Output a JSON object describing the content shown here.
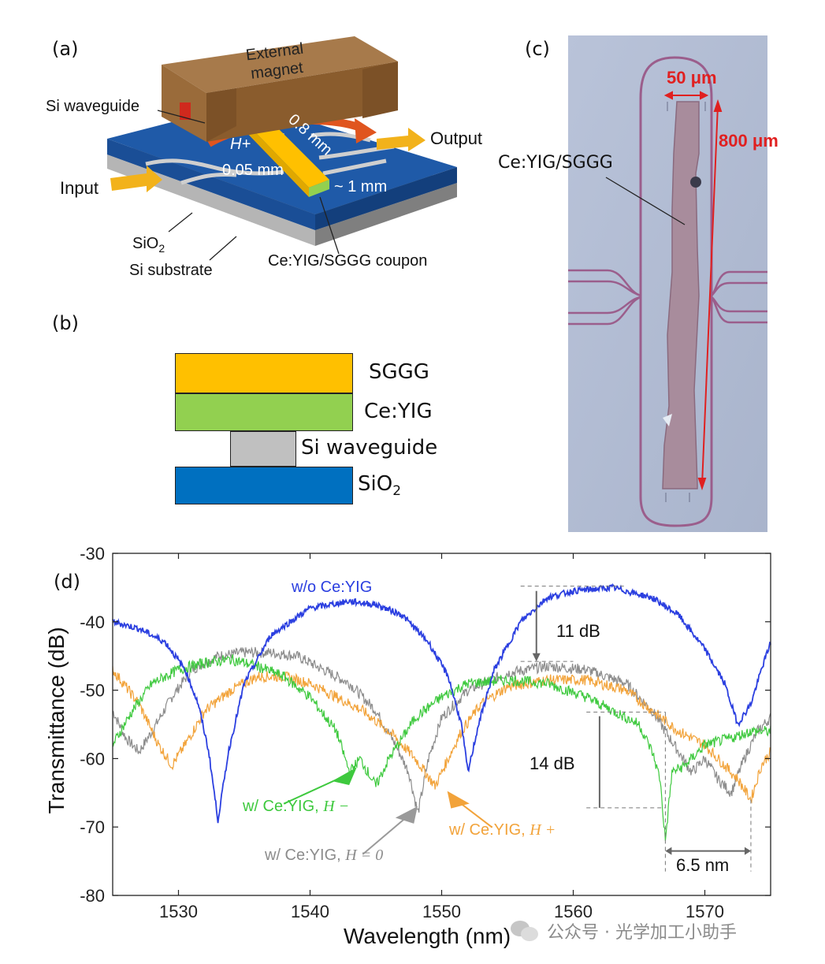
{
  "panel_a": {
    "label": "(a)",
    "magnet": "External magnet",
    "magnet_line1": "External",
    "magnet_line2": "magnet",
    "waveguide": "Si waveguide",
    "output": "Output",
    "input": "Input",
    "field": "H+",
    "length": "0.8 mm",
    "gap": "0.05 mm",
    "width": "~ 1 mm",
    "sio2": "SiO",
    "sio2_sub": "2",
    "substrate": "Si substrate",
    "coupon": "Ce:YIG/SGGG coupon"
  },
  "panel_b": {
    "label": "(b)",
    "layers": [
      "SGGG",
      "Ce:YIG",
      "Si waveguide",
      "SiO"
    ],
    "sio2_sub": "2",
    "colors": {
      "sggg": "#ffc000",
      "ceyig": "#92d050",
      "si": "#c0c0c0",
      "sio2": "#0070c0"
    }
  },
  "panel_c": {
    "label": "(c)",
    "material": "Ce:YIG/SGGG",
    "width": "50 μm",
    "length": "800 μm"
  },
  "watermark": "公众号 · 光学加工小助手",
  "chart_data": {
    "type": "line",
    "panel_label": "(d)",
    "xlabel": "Wavelength (nm)",
    "ylabel": "Transmittance (dB)",
    "xlim": [
      1525,
      1575
    ],
    "ylim": [
      -80,
      -30
    ],
    "xticks": [
      1530,
      1540,
      1550,
      1560,
      1570
    ],
    "yticks": [
      -30,
      -40,
      -50,
      -60,
      -70,
      -80
    ],
    "grid": false,
    "series": [
      {
        "name": "w/o Ce:YIG",
        "color": "#2b3fe0",
        "x": [
          1525,
          1527,
          1529,
          1530.5,
          1531.5,
          1532.3,
          1533,
          1533.8,
          1535,
          1537,
          1540,
          1543,
          1545,
          1547,
          1549,
          1550.5,
          1551.5,
          1552,
          1552.8,
          1554,
          1556,
          1558,
          1560,
          1563,
          1566,
          1568,
          1570,
          1571.5,
          1572.5,
          1573.5,
          1574.3,
          1575
        ],
        "y": [
          -40,
          -41,
          -43,
          -47,
          -52,
          -59,
          -69,
          -59,
          -49,
          -42,
          -38,
          -37,
          -37.5,
          -39,
          -43,
          -48,
          -55,
          -62,
          -55,
          -47,
          -40,
          -36.5,
          -35.5,
          -35,
          -36.5,
          -39,
          -44,
          -49,
          -55,
          -52,
          -47,
          -43
        ]
      },
      {
        "name": "w/ Ce:YIG, H −",
        "color": "#3ec93e",
        "x": [
          1525,
          1526.5,
          1528,
          1530,
          1532,
          1534,
          1536,
          1538,
          1540,
          1542,
          1543,
          1543.8,
          1545,
          1546,
          1548,
          1550,
          1552,
          1555,
          1558,
          1561,
          1563,
          1565,
          1566,
          1566.6,
          1567,
          1567.5,
          1568.5,
          1570,
          1572,
          1573.5,
          1575
        ],
        "y": [
          -58,
          -53,
          -49,
          -47,
          -46,
          -45.5,
          -46.5,
          -48,
          -51,
          -56,
          -62,
          -60,
          -64,
          -60,
          -54,
          -51,
          -49,
          -48.5,
          -49,
          -51,
          -53,
          -55,
          -59,
          -63,
          -72,
          -62,
          -61,
          -58,
          -57,
          -56,
          -56
        ]
      },
      {
        "name": "w/ Ce:YIG, H = 0",
        "color": "#8c8c8c",
        "x": [
          1525,
          1526,
          1527,
          1528,
          1529.5,
          1531,
          1533,
          1535,
          1537,
          1539,
          1541,
          1543,
          1545,
          1546.5,
          1547.5,
          1548.2,
          1549,
          1550,
          1552,
          1555,
          1558,
          1561,
          1564,
          1566,
          1568,
          1569,
          1570,
          1571,
          1572,
          1573,
          1574,
          1575
        ],
        "y": [
          -53,
          -57,
          -59,
          -56,
          -51,
          -47,
          -45,
          -44.5,
          -44.5,
          -45,
          -47,
          -49,
          -53,
          -58,
          -62,
          -68,
          -60,
          -54,
          -50,
          -47.5,
          -46.5,
          -47,
          -49,
          -53,
          -59,
          -62,
          -60,
          -63,
          -65,
          -60,
          -56,
          -54
        ]
      },
      {
        "name": "w/ Ce:YIG, H +",
        "color": "#f2a33a",
        "x": [
          1525,
          1527,
          1528.5,
          1529.5,
          1530.5,
          1532,
          1534,
          1536,
          1538,
          1540,
          1542,
          1544,
          1546,
          1548,
          1549.5,
          1550.5,
          1551.5,
          1553,
          1555,
          1558,
          1561,
          1564,
          1566,
          1568,
          1570,
          1571.5,
          1572.5,
          1573.5,
          1574.3,
          1575
        ],
        "y": [
          -47,
          -52,
          -58,
          -61,
          -58,
          -53,
          -50,
          -48,
          -48,
          -49,
          -51,
          -53,
          -56,
          -60,
          -64,
          -60,
          -56,
          -52,
          -49.5,
          -48.5,
          -48.5,
          -50,
          -53,
          -56,
          -58,
          -61,
          -63,
          -66,
          -61,
          -59
        ]
      }
    ],
    "annotations": {
      "wo": "w/o Ce:YIG",
      "h_minus_pre": "w/ Ce:YIG, ",
      "h_minus_var": "H −",
      "h_zero_pre": "w/ Ce:YIG, ",
      "h_zero_var": "H = 0",
      "h_plus_pre": "w/ Ce:YIG, ",
      "h_plus_var": "H +",
      "db11": "11 dB",
      "db14": "14 dB",
      "nm65": "6.5 nm"
    }
  }
}
